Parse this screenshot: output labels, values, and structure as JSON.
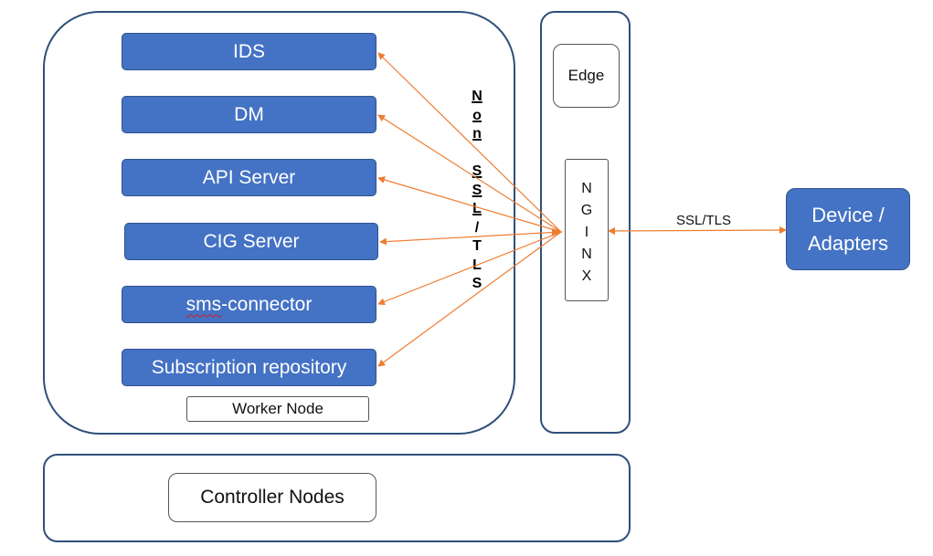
{
  "services": {
    "ids": "IDS",
    "dm": "DM",
    "api": "API Server",
    "cig": "CIG Server",
    "sms_prefix": "sms",
    "sms_suffix": "-connector",
    "subscription": "Subscription repository"
  },
  "worker_node_label": "Worker Node",
  "edge_label": "Edge",
  "nginx_letters": [
    "N",
    "G",
    "I",
    "N",
    "X"
  ],
  "non_ssl_letters": [
    "N",
    "o",
    "n",
    "",
    "S",
    "S",
    "L",
    "/",
    "T",
    "L",
    "S"
  ],
  "controller_label": "Controller Nodes",
  "device": {
    "line1": "Device /",
    "line2": "Adapters"
  },
  "ssl_tls_label": "SSL/TLS",
  "colors": {
    "service_fill": "#4472c4",
    "arrow": "#ed7d31",
    "container_border": "#2f4f7a"
  }
}
